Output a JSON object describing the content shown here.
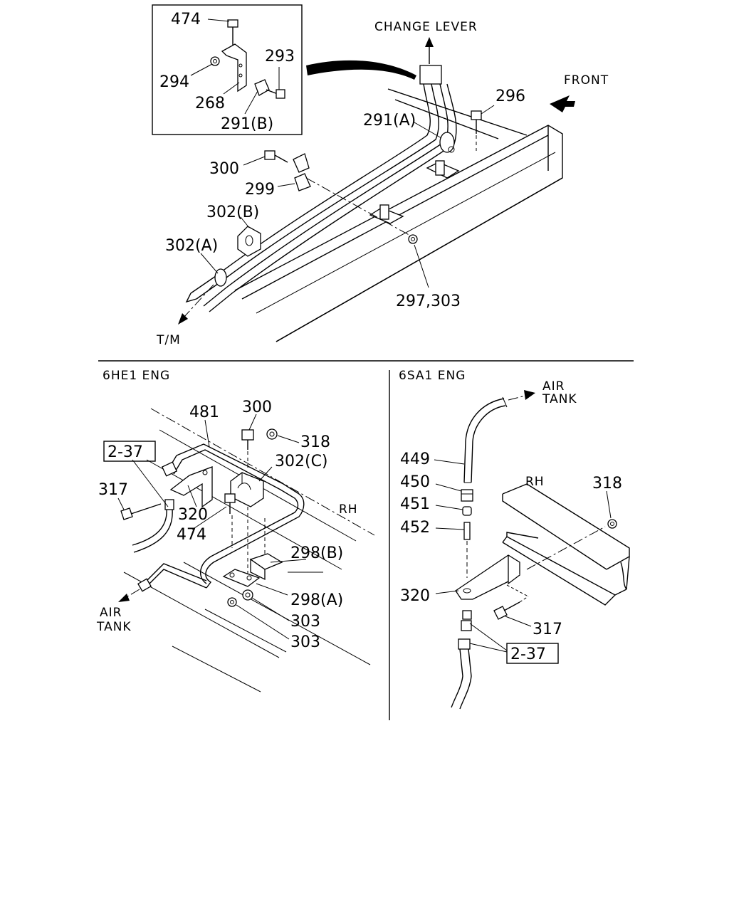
{
  "top": {
    "direction_labels": {
      "change_lever": "CHANGE LEVER",
      "front": "FRONT",
      "tm": "T/M"
    },
    "callouts": {
      "c474": "474",
      "c293": "293",
      "c294": "294",
      "c268": "268",
      "c291b": "291(B)",
      "c296": "296",
      "c291a": "291(A)",
      "c300": "300",
      "c299": "299",
      "c302b": "302(B)",
      "c302a": "302(A)",
      "c297_303": "297,303"
    }
  },
  "left_panel": {
    "title": "6HE1 ENG",
    "ref_box": "2-37",
    "callouts": {
      "c481": "481",
      "c300": "300",
      "c318": "318",
      "c302c": "302(C)",
      "c317": "317",
      "c320": "320",
      "c474": "474",
      "rh": "RH",
      "c298b": "298(B)",
      "c298a": "298(A)",
      "c303a": "303",
      "c303b": "303"
    },
    "air_tank": [
      "AIR",
      "TANK"
    ]
  },
  "right_panel": {
    "title": "6SA1 ENG",
    "ref_box": "2-37",
    "air_tank": [
      "AIR",
      "TANK"
    ],
    "callouts": {
      "c449": "449",
      "c450": "450",
      "c451": "451",
      "c452": "452",
      "rh": "RH",
      "c318": "318",
      "c320": "320",
      "c317": "317"
    }
  }
}
